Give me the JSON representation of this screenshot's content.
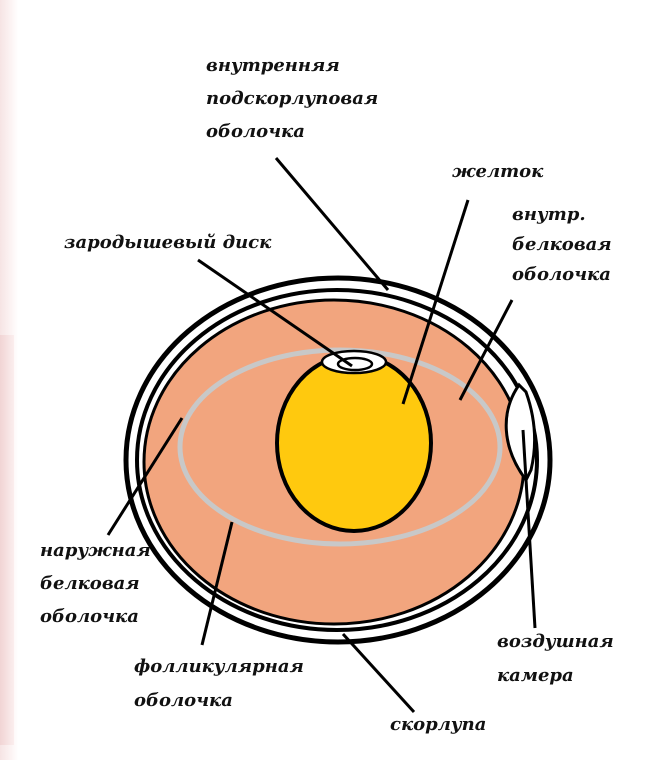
{
  "colors": {
    "albumen": "#F2A57E",
    "yolk": "#FFC90E",
    "chalaza_ring": "#C8C8C8",
    "shell_outline": "#000000",
    "air_chamber": "#FFFFFF"
  },
  "labels": {
    "inner_shell_membrane": [
      "внутренняя",
      "подскорлуповая",
      "оболочка"
    ],
    "yolk": [
      "желток"
    ],
    "inner_albumen_membrane": [
      "внутр.",
      "белковая",
      "оболочка"
    ],
    "germinal_disc": [
      "зародышевый диск"
    ],
    "outer_albumen_membrane": [
      "наружная",
      "белковая",
      "оболочка"
    ],
    "follicular_membrane": [
      "фолликулярная",
      "оболочка"
    ],
    "air_chamber": [
      "воздушная",
      "камера"
    ],
    "shell": [
      "скорлупа"
    ]
  }
}
